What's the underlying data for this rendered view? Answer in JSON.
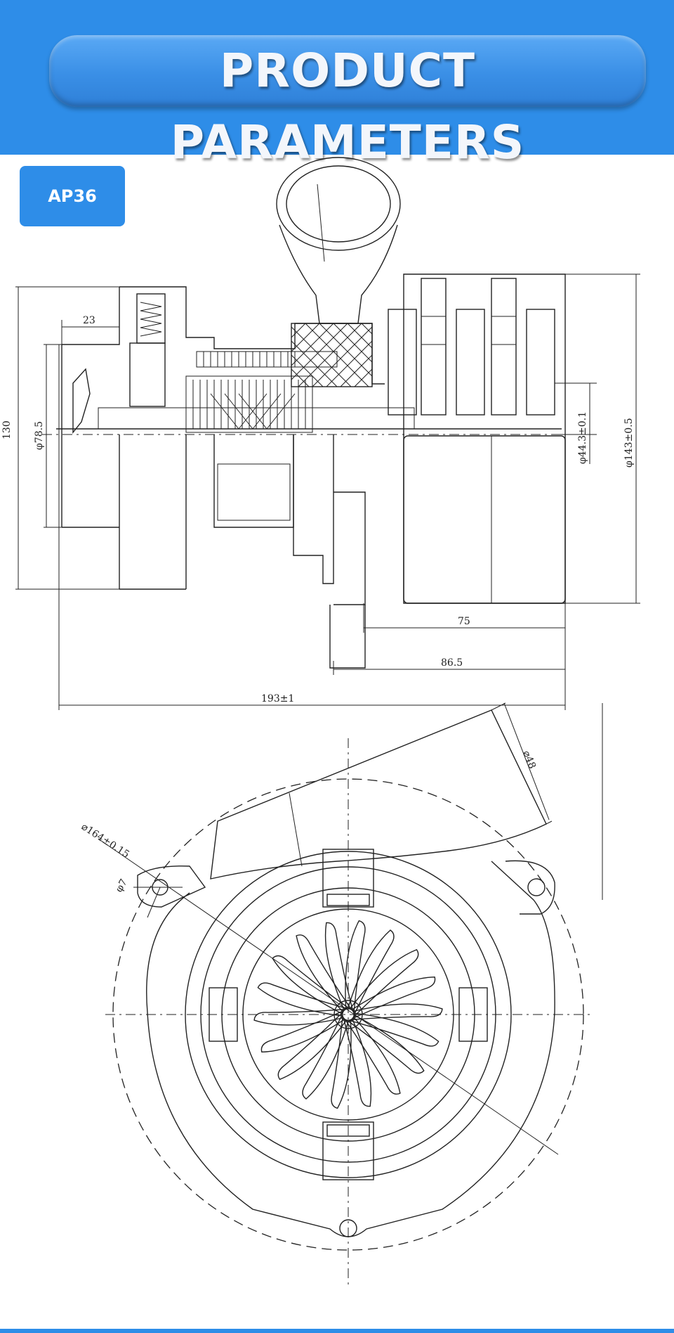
{
  "header": {
    "title": "PRODUCT PARAMETERS"
  },
  "model": {
    "label": "AP36"
  },
  "side_view": {
    "dimensions": {
      "d23": "23",
      "d130": "130",
      "d78": "φ78.5",
      "d44": "φ44.3±0.1",
      "d143": "φ143±0.5",
      "d75": "75",
      "d86": "86.5",
      "d193": "193±1"
    }
  },
  "top_view": {
    "dimensions": {
      "d164": "⌀164±0.15",
      "d7": "φ7",
      "d48": "⌀48"
    }
  },
  "colors": {
    "brand_blue": "#2e8de8",
    "line": "#222222"
  }
}
